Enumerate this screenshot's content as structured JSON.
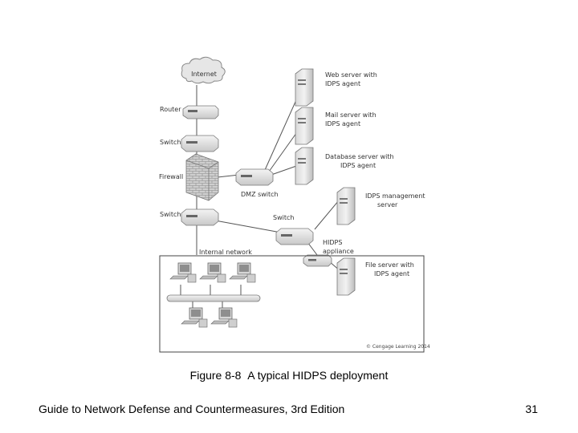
{
  "diagram": {
    "internet": "Internet",
    "router": "Router",
    "switch_top": "Switch",
    "firewall": "Firewall",
    "switch_lower": "Switch",
    "dmz_switch": "DMZ switch",
    "switch_right": "Switch",
    "internal_network": "Internal network",
    "web_server": [
      "Web server with",
      "IDPS agent"
    ],
    "mail_server": [
      "Mail server with",
      "IDPS agent"
    ],
    "database_server": [
      "Database server with",
      "IDPS agent"
    ],
    "idps_management": [
      "IDPS management",
      "server"
    ],
    "hidps_appliance": [
      "HIDPS",
      "appliance"
    ],
    "file_server": [
      "File server with",
      "IDPS agent"
    ],
    "copyright": "© Cengage Learning 2014"
  },
  "caption": {
    "number": "Figure 8-8",
    "text": "A typical HIDPS deployment"
  },
  "footer": {
    "title": "Guide to Network Defense and Countermeasures, 3rd  Edition",
    "page": "31"
  }
}
